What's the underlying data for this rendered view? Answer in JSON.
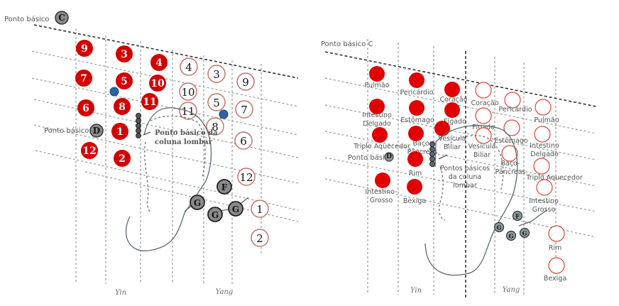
{
  "left": {
    "basic_point_c_label": "Ponto básico",
    "basic_point_c_letter": "C",
    "basic_point_d_label": "Ponto básico",
    "basic_point_d_letter": "D",
    "lumbar_label_line1": "Ponto básico da",
    "lumbar_label_line2": "coluna lombar",
    "yin": "Yin",
    "yang": "Yang",
    "filled_points": [
      "9",
      "3",
      "4",
      "7",
      "5",
      "10",
      "6",
      "8",
      "11",
      "1",
      "12",
      "2"
    ],
    "open_points": [
      "4",
      "3",
      "9",
      "10",
      "5",
      "7",
      "11",
      "8",
      "6",
      "12",
      "1",
      "2"
    ],
    "grey_points": [
      "F",
      "G",
      "G",
      "G"
    ],
    "colors": {
      "filled": "#d40000",
      "open_ring": "#c0766a",
      "blue": "#2f63a8",
      "grey": "#8a8a8a"
    }
  },
  "right": {
    "basic_point_c_label": "Ponto básico C",
    "basic_point_d_label": "Ponto básico",
    "basic_point_d_letter": "D",
    "lumbar_label": [
      "Pontos básicos",
      "da coluna",
      "lombar"
    ],
    "yin": "Yin",
    "yang": "Yang",
    "yin_organs": [
      [
        "Pulmão"
      ],
      [
        "Pericárdio"
      ],
      [
        "Coração"
      ],
      [
        "Intestino",
        "Delgado"
      ],
      [
        "Estômago"
      ],
      [
        "Fígado"
      ],
      [
        "Triplo Aquecedor"
      ],
      [
        "Baço-",
        "Pâncreas"
      ],
      [
        "Vesícula",
        "Biliar"
      ],
      [
        "Rim"
      ],
      [
        "Intestino-",
        "Grosso"
      ],
      [
        "Bexiga"
      ]
    ],
    "yang_organs": [
      [
        "Coração"
      ],
      [
        "Pericárdio"
      ],
      [
        "Pulmão"
      ],
      [
        "Fígado"
      ],
      [
        "Estômago"
      ],
      [
        "Intestino",
        "Delgado"
      ],
      [
        "Vesícula",
        "Biliar"
      ],
      [
        "Baço-",
        "Pâncreas"
      ],
      [
        "Triplo Aquecedor"
      ],
      [
        "Intestino",
        "Grosso"
      ],
      [
        "Rim"
      ],
      [
        "Bexiga"
      ]
    ],
    "grey_points": [
      "F",
      "G",
      "G",
      "G"
    ]
  }
}
